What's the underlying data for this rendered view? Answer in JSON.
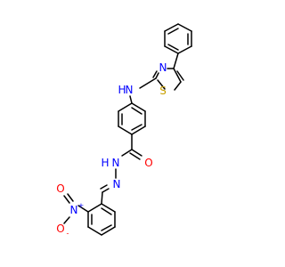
{
  "molecule": {
    "atoms": {
      "nh_n": "N",
      "nh_h": "H",
      "thiazole_n": "N",
      "thiazole_s": "S",
      "amide_o": "O",
      "hydrazide_n1": "N",
      "hydrazide_h": "H",
      "hydrazide_n2": "N",
      "nitro_n": "N",
      "nitro_plus": "+",
      "nitro_o_top": "O",
      "nitro_o_bottom": "O",
      "nitro_minus": "-"
    },
    "colors": {
      "bond": "#000000",
      "nitrogen": "#0000ff",
      "oxygen": "#ff0000",
      "sulfur": "#c8a000"
    }
  }
}
